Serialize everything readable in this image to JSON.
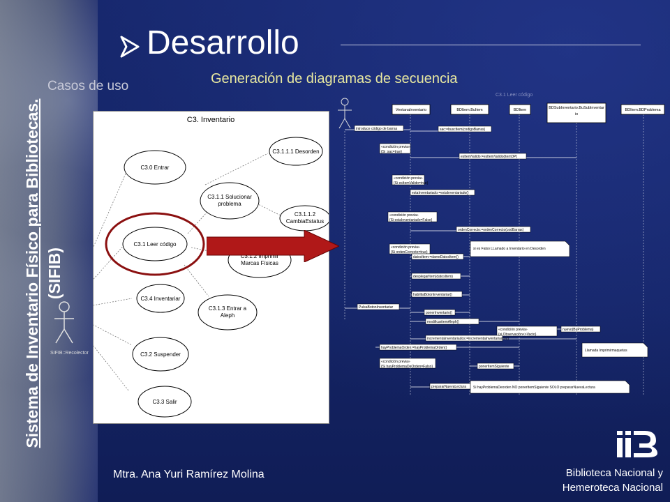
{
  "slide": {
    "title": "Desarrollo",
    "subtitle": "Generación de diagramas de secuencia",
    "section": "Casos de uso",
    "vertical_title_line1": "Sistema de Inventario Físico para Bibliotecas.",
    "vertical_title_line2": "(SIFIB)",
    "author": "Mtra. Ana Yuri Ramírez Molina",
    "institution_line1": "Biblioteca Nacional y",
    "institution_line2": "Hemeroteca Nacional"
  },
  "usecase": {
    "title": "C3. Inventario",
    "actor": "SIFIB::Recolector",
    "cases": {
      "entrar": "C3.0 Entrar",
      "leer": "C3.1 Leer código",
      "inventariar": "C3.4 Inventariar",
      "suspender": "C3.2 Suspender",
      "salir": "C3.3 Salir",
      "solucionar_1": "C3.1.1 Solucionar",
      "solucionar_2": "problema",
      "desorden": "C3.1.1.1 Desorden",
      "cambia_1": "C3.1.1.2",
      "cambia_2": "CambiaEstatus",
      "imprimir_1": "C3.1.2 Imprimir",
      "imprimir_2": "Marcas Físicas",
      "aleph_1": "C3.1.3 Entrar a",
      "aleph_2": "Aleph"
    }
  },
  "sequence": {
    "diagram_label": "C3.1 Leer código",
    "objects": {
      "o1": "VentanaInventario",
      "o2": "BDItem.BuItem",
      "o3": "BDItem",
      "o4a": "BDSubInventario.BuSubInventar",
      "o4b": "io",
      "o5": "BDItem.BDProblema"
    },
    "messages": {
      "m1": "introduce código de barras",
      "m2": "sac:=buscItem(codigoBarras)",
      "m3a": "«condición previa»",
      "m3b": "{Si :sac=true}",
      "m4": "esItemValido:=esItemValido(itemDP)",
      "m5a": "«condición previa»",
      "m5b": "{Si esItemValido=true}",
      "m6": "estaInventariado:=estaInventariado()",
      "m7a": "«condición previa»",
      "m7b": "{Si estaInventariado=False}",
      "m8": "ordenCorrecto:=ordenCorrecto(codBarras)",
      "m9a": "«condición previa»",
      "m9b": "{Si ordenCorrecto=true}",
      "note1": "si es Falso LLamado a Inventario en Desorden",
      "m10": "datosItem:=dameDatosItem()",
      "m11": "desplegarItem(datosItem)",
      "m12": "habilitaBotonInventariar()",
      "m13": "PulsaBotonInventariar",
      "m14": "ponerInventario()",
      "m15": "modificaritemAleph()",
      "m16a": "«condición previa»",
      "m16b": "{si Observación<>Vacio}",
      "m17": "nuevo(BuProblema)",
      "m18": "incrementaInventariados:=incrementaInventariados()",
      "note2": "Llamada Imprimirmaquetas",
      "m19": "hayProblemaOrden:=hayProblemaOrden()",
      "m20a": "«condición previa»",
      "m20b": "{Si hayProblemaDeOrden=Falso}",
      "m21": "ponerItemSiguiente",
      "m22": "prepararNuevaLectura",
      "note3": "Si hayProblemaDeorden NO  ponerItemSiguiente SOLO prepararNuevaLectura"
    }
  },
  "colors": {
    "background": "#15256b",
    "title": "#ffffff",
    "subtitle": "#e8e8a0",
    "highlight_ring": "#8b1010",
    "arrow": "#b01818"
  }
}
